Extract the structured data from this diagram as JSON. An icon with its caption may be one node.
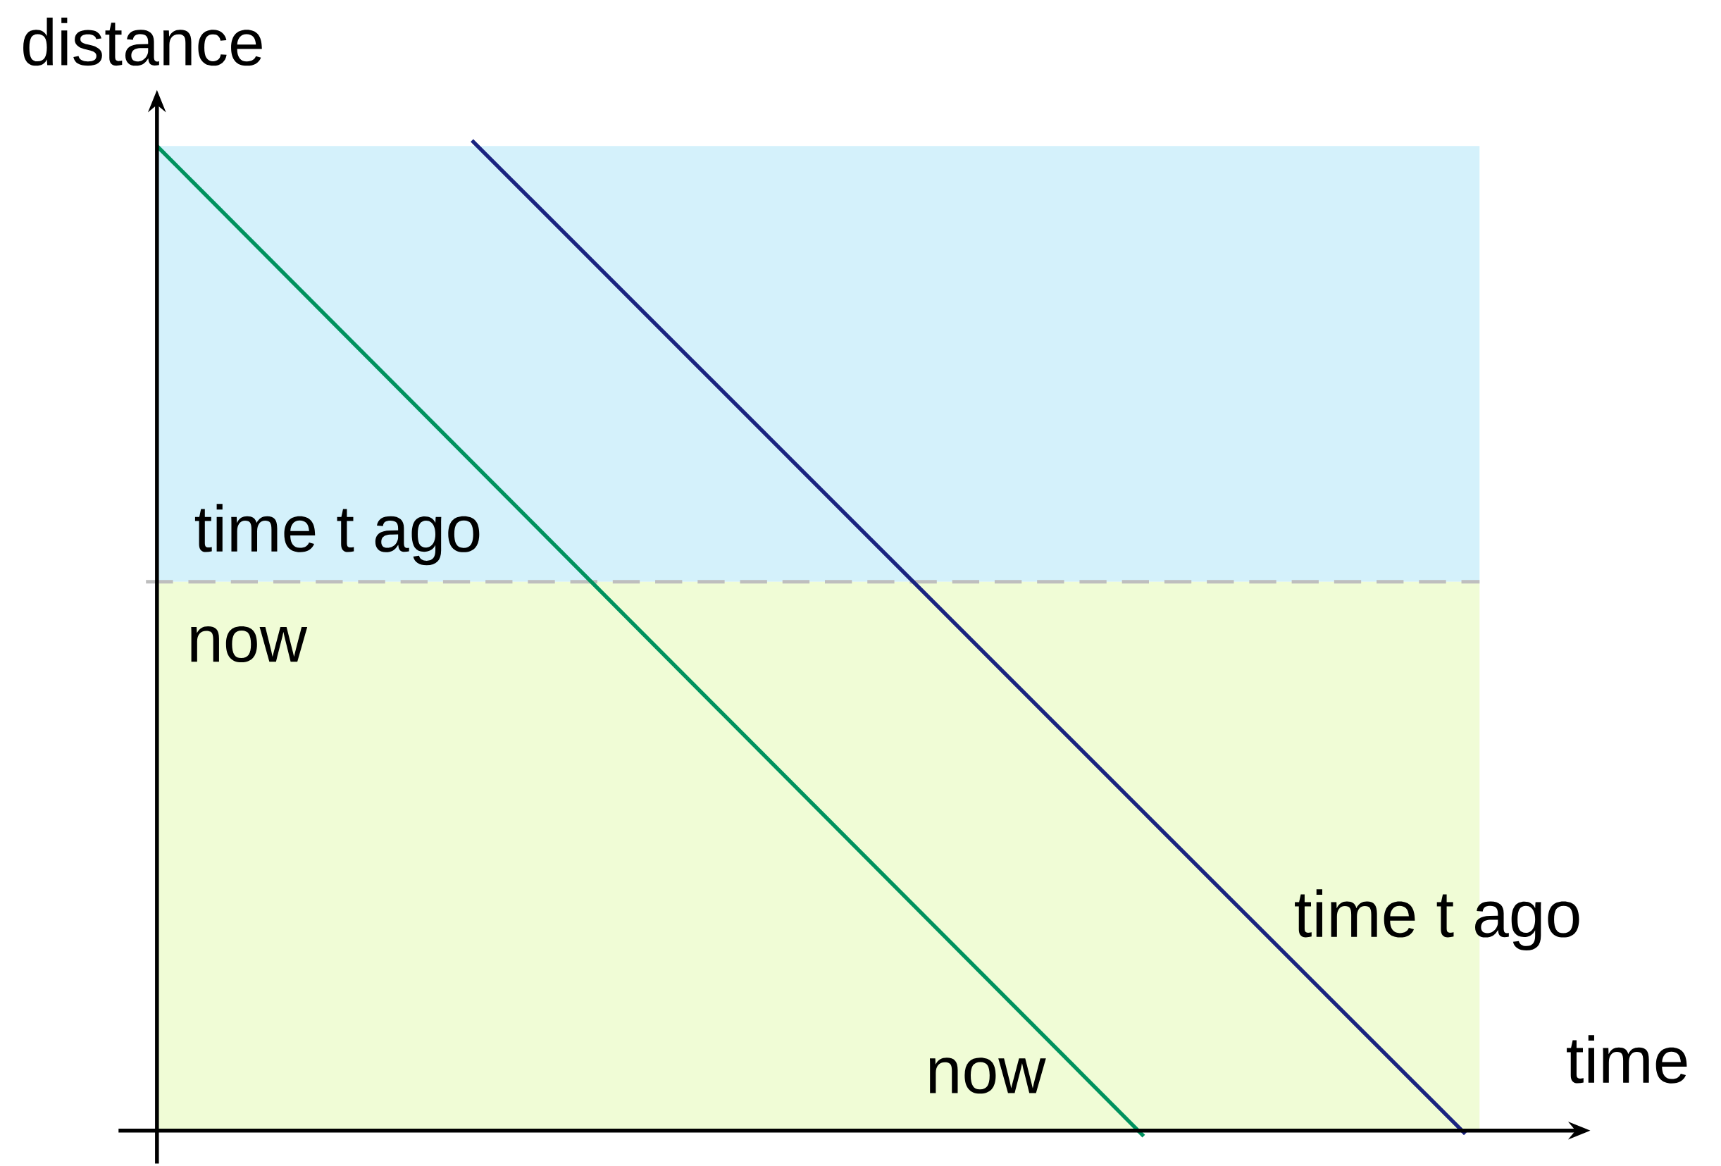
{
  "diagram": {
    "labels": [
      "distance",
      "time t ago",
      "now",
      "time t ago",
      "time",
      "now"
    ]
  }
}
